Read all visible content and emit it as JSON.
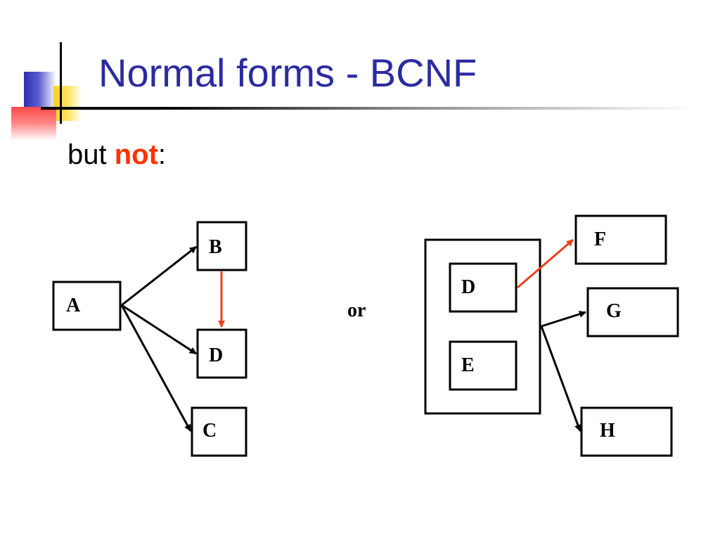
{
  "slide": {
    "title": "Normal forms - BCNF",
    "subtitle_prefix": "but ",
    "subtitle_highlight": "not",
    "subtitle_suffix": ":",
    "connector_word": "or"
  },
  "colors": {
    "title": "#2b2ba0",
    "highlight": "#ff3300",
    "arrow_black": "#000000",
    "arrow_red": "#e8401c"
  },
  "diagram_left": {
    "nodes": [
      "A",
      "B",
      "D",
      "C"
    ],
    "edges": [
      {
        "from": "A",
        "to": "B",
        "color": "black"
      },
      {
        "from": "A",
        "to": "D",
        "color": "black"
      },
      {
        "from": "A",
        "to": "C",
        "color": "black"
      },
      {
        "from": "B",
        "to": "D",
        "color": "red"
      }
    ]
  },
  "diagram_right": {
    "group": [
      "D",
      "E"
    ],
    "targets": [
      "F",
      "G",
      "H"
    ],
    "edges": [
      {
        "from": "D",
        "to": "F",
        "color": "red"
      },
      {
        "from": "group",
        "to": "G",
        "color": "black"
      },
      {
        "from": "group",
        "to": "H",
        "color": "black"
      }
    ]
  }
}
